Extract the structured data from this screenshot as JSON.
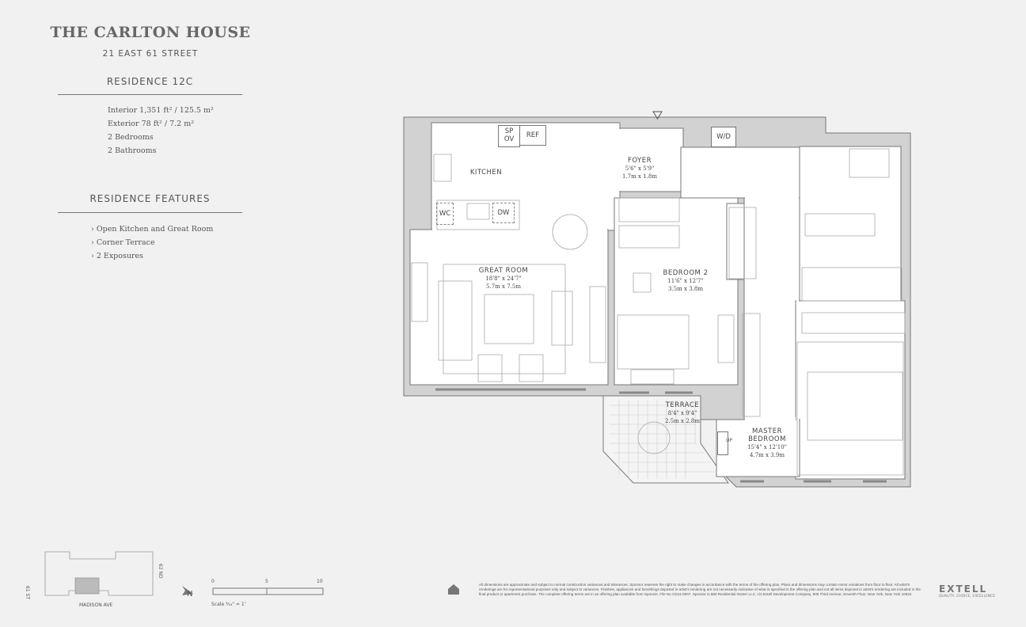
{
  "header": {
    "title": "THE CARLTON HOUSE",
    "address": "21 EAST 61 STREET"
  },
  "residence": {
    "name": "RESIDENCE 12C",
    "stats": [
      "Interior 1,351 ft² / 125.5 m²",
      "Exterior 78 ft² / 7.2 m²",
      "2 Bedrooms",
      "2 Bathrooms"
    ]
  },
  "features": {
    "heading": "RESIDENCE FEATURES",
    "items": [
      "Open Kitchen and Great Room",
      "Corner Terrace",
      "2 Exposures"
    ]
  },
  "plan": {
    "rooms": [
      {
        "name": "KITCHEN"
      },
      {
        "name": "FOYER",
        "dim_ft": "5'6\" x 5'9\"",
        "dim_m": "1.7m x 1.8m"
      },
      {
        "name": "GREAT ROOM",
        "dim_ft": "18'8\" x 24'7\"",
        "dim_m": "5.7m x 7.5m"
      },
      {
        "name": "BEDROOM 2",
        "dim_ft": "11'6\" x 12'7\"",
        "dim_m": "3.5m x 3.8m"
      },
      {
        "name": "TERRACE",
        "dim_ft": "8'4\" x 9'4\"",
        "dim_m": "2.5m x 2.8m"
      },
      {
        "name": "MASTER BEDROOM",
        "dim_ft": "15'4\" x 12'10\"",
        "dim_m": "4.7m x 3.9m"
      }
    ],
    "appliances": {
      "spov_1": "SP",
      "spov_2": "OV",
      "ref": "REF",
      "wc": "WC",
      "dw": "DW",
      "wd": "W/D",
      "up": "UP"
    }
  },
  "keyplan": {
    "street_left": "61 ST",
    "street_right": "62 ND",
    "street_bottom": "MADISON AVE",
    "north": "N"
  },
  "scale": {
    "ticks": [
      "0",
      "5",
      "10"
    ],
    "label": "Scale ³⁄₁₆\" = 1'"
  },
  "footer": {
    "disclaimer": "All dimensions are approximate and subject to normal construction variances and tolerances. Sponsor reserves the right to make changes in accordance with the terms of the offering plan. Plans and dimensions may contain minor variations from floor to floor. All artist's renderings are for representational purposes only and subject to variances. Finishes, appliances and furnishings depicted in artist's rendering are not necessarily indicative of what is specified in the offering plan and not all items depicted in artist's rendering are included in the final product or apartment purchase. The complete offering terms are in an offering plan available from Sponsor. File No CD11-0007. Sponsor is 680 Residential Owner LLC, c/o Extell Development Company, 805 Third Avenue, Seventh Floor, New York, New York 10022.",
    "brand": "EXTELL",
    "tagline": "QUALITY, CHOICE, EXCELLENCE"
  }
}
